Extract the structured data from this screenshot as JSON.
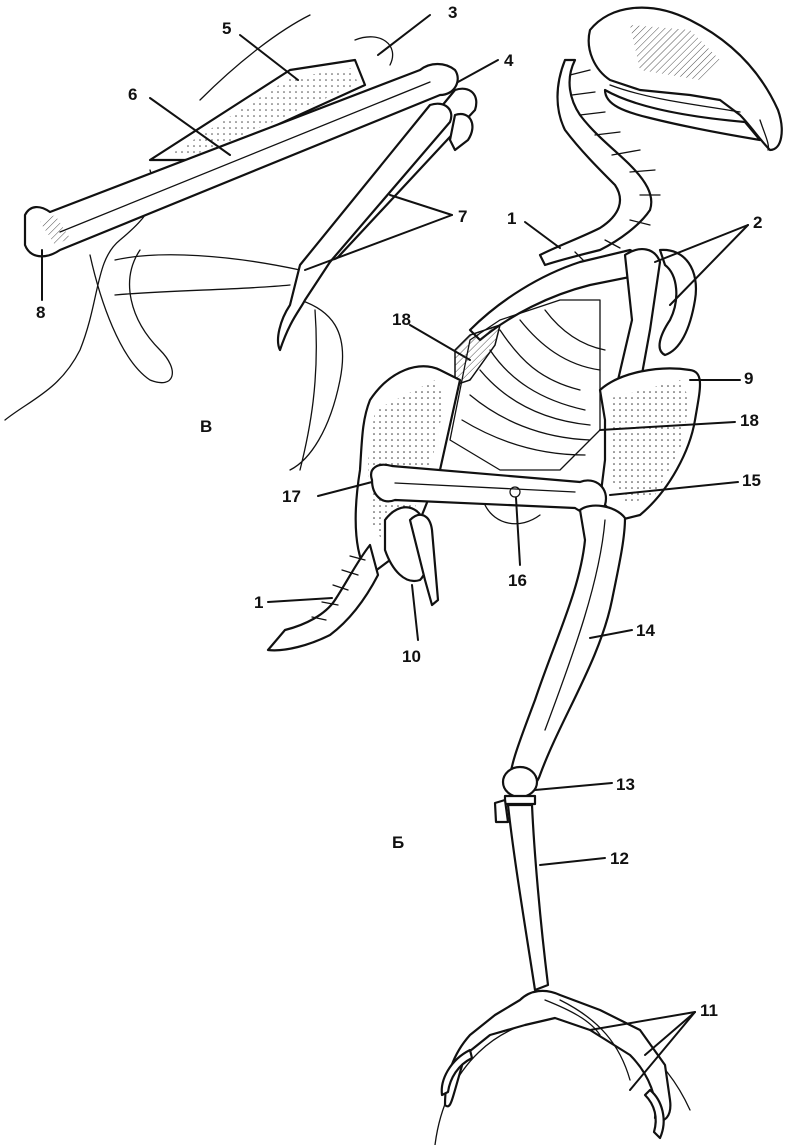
{
  "figure": {
    "labels": {
      "l1_neck": "1",
      "l1_tail": "1",
      "l2": "2",
      "l3": "3",
      "l4": "4",
      "l5": "5",
      "l6": "6",
      "l7": "7",
      "l8": "8",
      "l9": "9",
      "l10": "10",
      "l11": "11",
      "l12": "12",
      "l13": "13",
      "l14": "14",
      "l15": "15",
      "l16": "16",
      "l17": "17",
      "l18_upper": "18",
      "l18_right": "18",
      "panel_v": "В",
      "panel_b": "Б"
    }
  }
}
